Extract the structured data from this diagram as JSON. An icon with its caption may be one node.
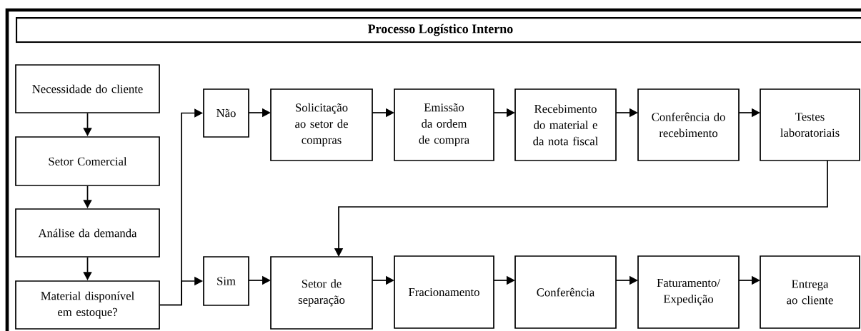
{
  "diagram": {
    "title": "Processo Logístico Interno",
    "nodes": [
      {
        "text": [
          "Necessidade do cliente"
        ]
      },
      {
        "text": [
          "Setor Comercial"
        ]
      },
      {
        "text": [
          "Análise da demanda"
        ]
      },
      {
        "text": [
          "Material disponível em estoque?"
        ]
      },
      {
        "text": [
          "Não"
        ]
      },
      {
        "text": [
          "Solicitação ao setor de compras"
        ]
      },
      {
        "text": [
          "Emissão da ordem de compra"
        ]
      },
      {
        "text": [
          "Recebimento do material e da nota fiscal"
        ]
      },
      {
        "text": [
          "Conferência do recebimento"
        ]
      },
      {
        "text": [
          "Testes laboratoriais"
        ]
      },
      {
        "text": [
          "Sim"
        ]
      },
      {
        "text": [
          "Setor de separação"
        ]
      },
      {
        "text": [
          "Fracionamento"
        ]
      },
      {
        "text": [
          "Conferência"
        ]
      },
      {
        "text": [
          "Faturamento/ Expedição"
        ]
      },
      {
        "text": [
          "Entrega ao cliente"
        ]
      }
    ],
    "edges": [
      {
        "from": 0,
        "to": 1,
        "arrow": "to"
      },
      {
        "from": 1,
        "to": 2,
        "arrow": "to"
      },
      {
        "from": 2,
        "to": 3,
        "arrow": "to"
      },
      {
        "from": 3,
        "to": 4,
        "arrow": "to"
      },
      {
        "from": 3,
        "to": 10,
        "arrow": "to"
      },
      {
        "from": 4,
        "to": 5,
        "arrow": "to"
      },
      {
        "from": 5,
        "to": 6,
        "arrow": "to"
      },
      {
        "from": 6,
        "to": 7,
        "arrow": "to"
      },
      {
        "from": 7,
        "to": 8,
        "arrow": "to"
      },
      {
        "from": 8,
        "to": 9,
        "arrow": "to"
      },
      {
        "from": 9,
        "to": 11,
        "arrow": "to"
      },
      {
        "from": 10,
        "to": 11,
        "arrow": "to"
      },
      {
        "from": 11,
        "to": 12,
        "arrow": "to"
      },
      {
        "from": 12,
        "to": 13,
        "arrow": "to"
      },
      {
        "from": 13,
        "to": 14,
        "arrow": "to"
      },
      {
        "from": 14,
        "to": 15,
        "arrow": "to"
      }
    ]
  }
}
